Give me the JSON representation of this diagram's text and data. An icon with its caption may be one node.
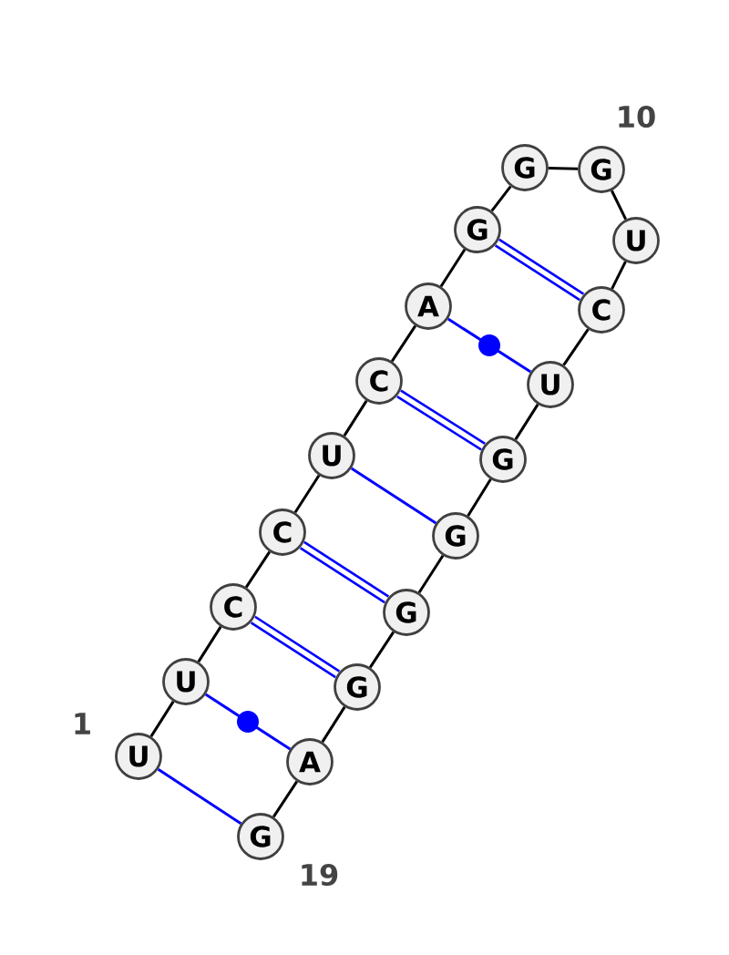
{
  "diagram": {
    "nodes": [
      {
        "text": [
          "U"
        ],
        "beside": [
          "1"
        ]
      },
      {
        "text": [
          "U"
        ]
      },
      {
        "text": [
          "C"
        ]
      },
      {
        "text": [
          "C"
        ]
      },
      {
        "text": [
          "U"
        ]
      },
      {
        "text": [
          "C"
        ]
      },
      {
        "text": [
          "A"
        ]
      },
      {
        "text": [
          "G"
        ]
      },
      {
        "text": [
          "G"
        ]
      },
      {
        "text": [
          "G"
        ],
        "beside": [
          "10"
        ]
      },
      {
        "text": [
          "U"
        ]
      },
      {
        "text": [
          "C"
        ]
      },
      {
        "text": [
          "U"
        ]
      },
      {
        "text": [
          "G"
        ]
      },
      {
        "text": [
          "G"
        ]
      },
      {
        "text": [
          "G"
        ]
      },
      {
        "text": [
          "G"
        ]
      },
      {
        "text": [
          "A"
        ]
      },
      {
        "text": [
          "G"
        ],
        "beside": [
          "19"
        ]
      }
    ],
    "edges": [
      {
        "from": 0,
        "to": 1,
        "arrow": "none"
      },
      {
        "from": 1,
        "to": 2,
        "arrow": "none"
      },
      {
        "from": 2,
        "to": 3,
        "arrow": "none"
      },
      {
        "from": 3,
        "to": 4,
        "arrow": "none"
      },
      {
        "from": 4,
        "to": 5,
        "arrow": "none"
      },
      {
        "from": 5,
        "to": 6,
        "arrow": "none"
      },
      {
        "from": 6,
        "to": 7,
        "arrow": "none"
      },
      {
        "from": 7,
        "to": 8,
        "arrow": "none"
      },
      {
        "from": 8,
        "to": 9,
        "arrow": "none"
      },
      {
        "from": 9,
        "to": 10,
        "arrow": "none"
      },
      {
        "from": 10,
        "to": 11,
        "arrow": "none"
      },
      {
        "from": 11,
        "to": 12,
        "arrow": "none"
      },
      {
        "from": 12,
        "to": 13,
        "arrow": "none"
      },
      {
        "from": 13,
        "to": 14,
        "arrow": "none"
      },
      {
        "from": 14,
        "to": 15,
        "arrow": "none"
      },
      {
        "from": 15,
        "to": 16,
        "arrow": "none"
      },
      {
        "from": 16,
        "to": 17,
        "arrow": "none"
      },
      {
        "from": 17,
        "to": 18,
        "arrow": "none"
      },
      {
        "from": 0,
        "to": 18,
        "arrow": "none",
        "color": "#0000ff"
      },
      {
        "from": 1,
        "to": 17,
        "arrow": "none",
        "color": "#0000ff"
      },
      {
        "from": 2,
        "to": 16,
        "arrow": "none",
        "color": "#0000ff",
        "style": "thick"
      },
      {
        "from": 3,
        "to": 15,
        "arrow": "none",
        "color": "#0000ff",
        "style": "thick"
      },
      {
        "from": 4,
        "to": 14,
        "arrow": "none",
        "color": "#0000ff"
      },
      {
        "from": 5,
        "to": 13,
        "arrow": "none",
        "color": "#0000ff",
        "style": "thick"
      },
      {
        "from": 6,
        "to": 12,
        "arrow": "none",
        "color": "#0000ff"
      },
      {
        "from": 7,
        "to": 11,
        "arrow": "none",
        "color": "#0000ff",
        "style": "thick"
      }
    ]
  }
}
